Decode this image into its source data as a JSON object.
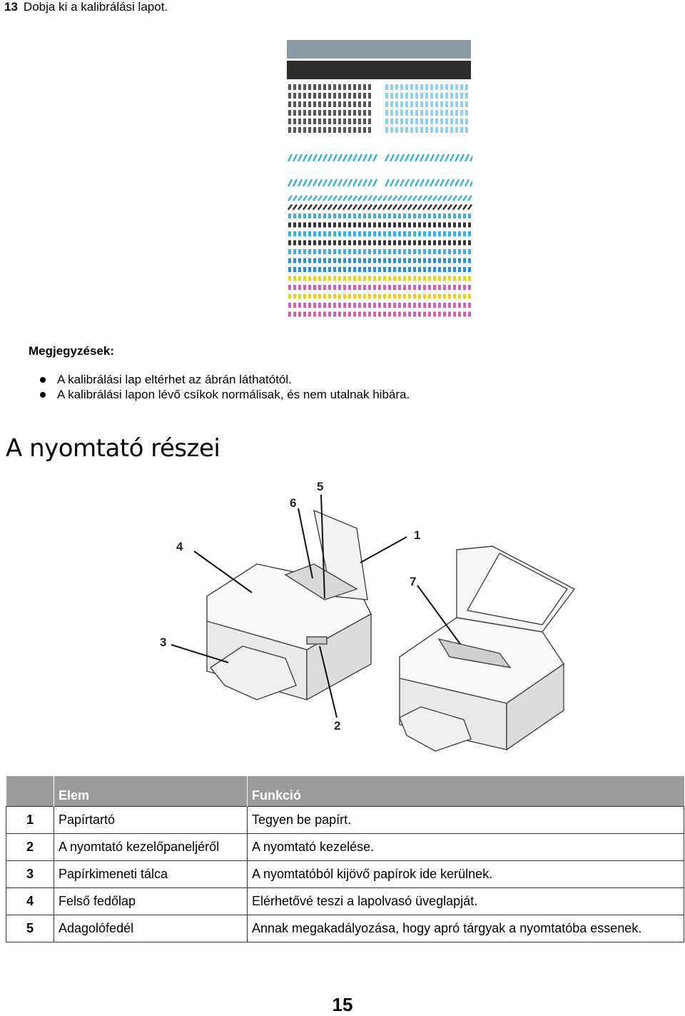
{
  "header": {
    "step_number": "13",
    "step_text": "Dobja ki a kalibrálási lapot."
  },
  "notes": {
    "title": "Megjegyzések:",
    "items": [
      "A kalibrálási lap eltérhet az ábrán láthatótól.",
      "A kalibrálási lapon lévő csíkok normálisak, és nem utalnak hibára."
    ]
  },
  "section": {
    "title": "A nyomtató részei"
  },
  "diagram": {
    "callouts": [
      "1",
      "2",
      "3",
      "4",
      "5",
      "6",
      "7"
    ]
  },
  "table": {
    "headers": [
      "",
      "Elem",
      "Funkció"
    ],
    "rows": [
      [
        "1",
        "Papírtartó",
        "Tegyen be papírt."
      ],
      [
        "2",
        "A nyomtató kezelőpaneljéről",
        "A nyomtató kezelése."
      ],
      [
        "3",
        "Papírkimeneti tálca",
        "A nyomtatóból kijövő papírok ide kerülnek."
      ],
      [
        "4",
        "Felső fedőlap",
        "Elérhetővé teszi a lapolvasó üveglapját."
      ],
      [
        "5",
        "Adagolófedél",
        "Annak megakadályozása, hogy apró tárgyak a nyomtatóba essenek."
      ]
    ]
  },
  "footer": {
    "page_number": "15"
  },
  "colors": {
    "table_header_bg": "#9a9a9a",
    "cyan": "#3ab0de",
    "magenta": "#d060b0",
    "yellow": "#e8d020",
    "black": "#333333"
  }
}
